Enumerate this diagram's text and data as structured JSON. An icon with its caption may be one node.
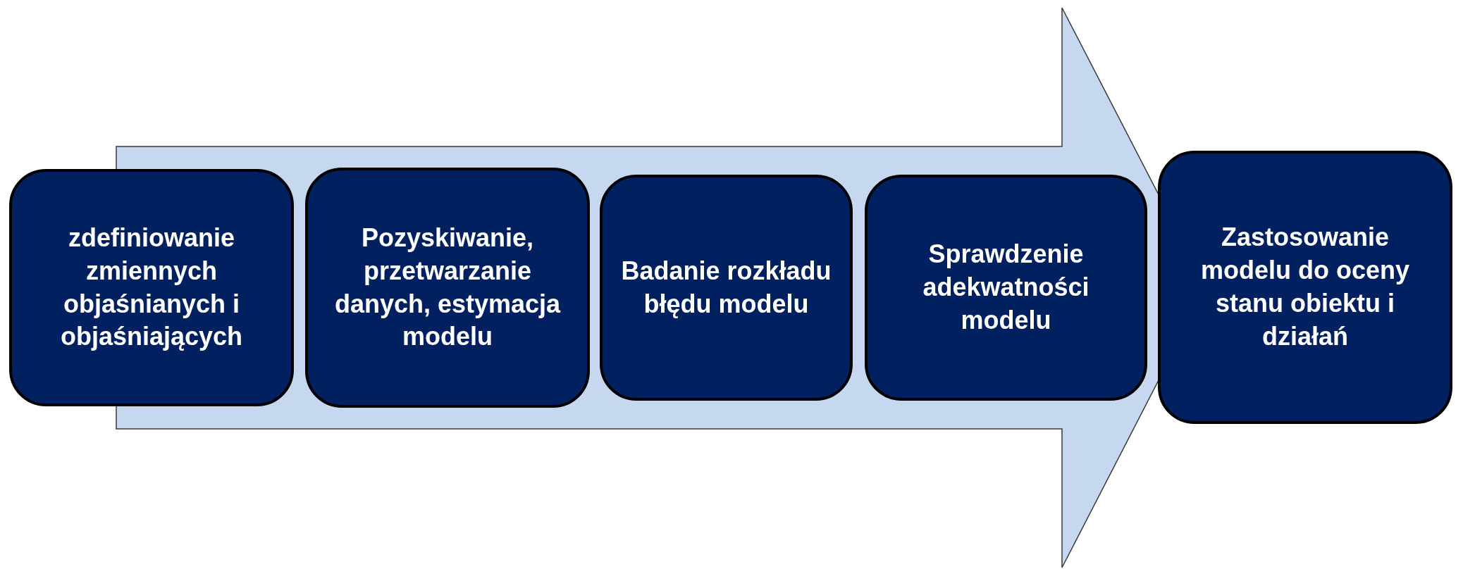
{
  "diagram": {
    "nodes": [
      {
        "text": [
          "zdefiniowanie zmiennych objaśnianych i objaśniających"
        ]
      },
      {
        "text": [
          "Pozyskiwanie, przetwarzanie danych, estymacja modelu"
        ]
      },
      {
        "text": [
          "Badanie rozkładu błędu modelu"
        ]
      },
      {
        "text": [
          "Sprawdzenie adekwatności modelu"
        ]
      },
      {
        "text": [
          "Zastosowanie modelu do oceny stanu obiektu i działań"
        ]
      }
    ]
  }
}
